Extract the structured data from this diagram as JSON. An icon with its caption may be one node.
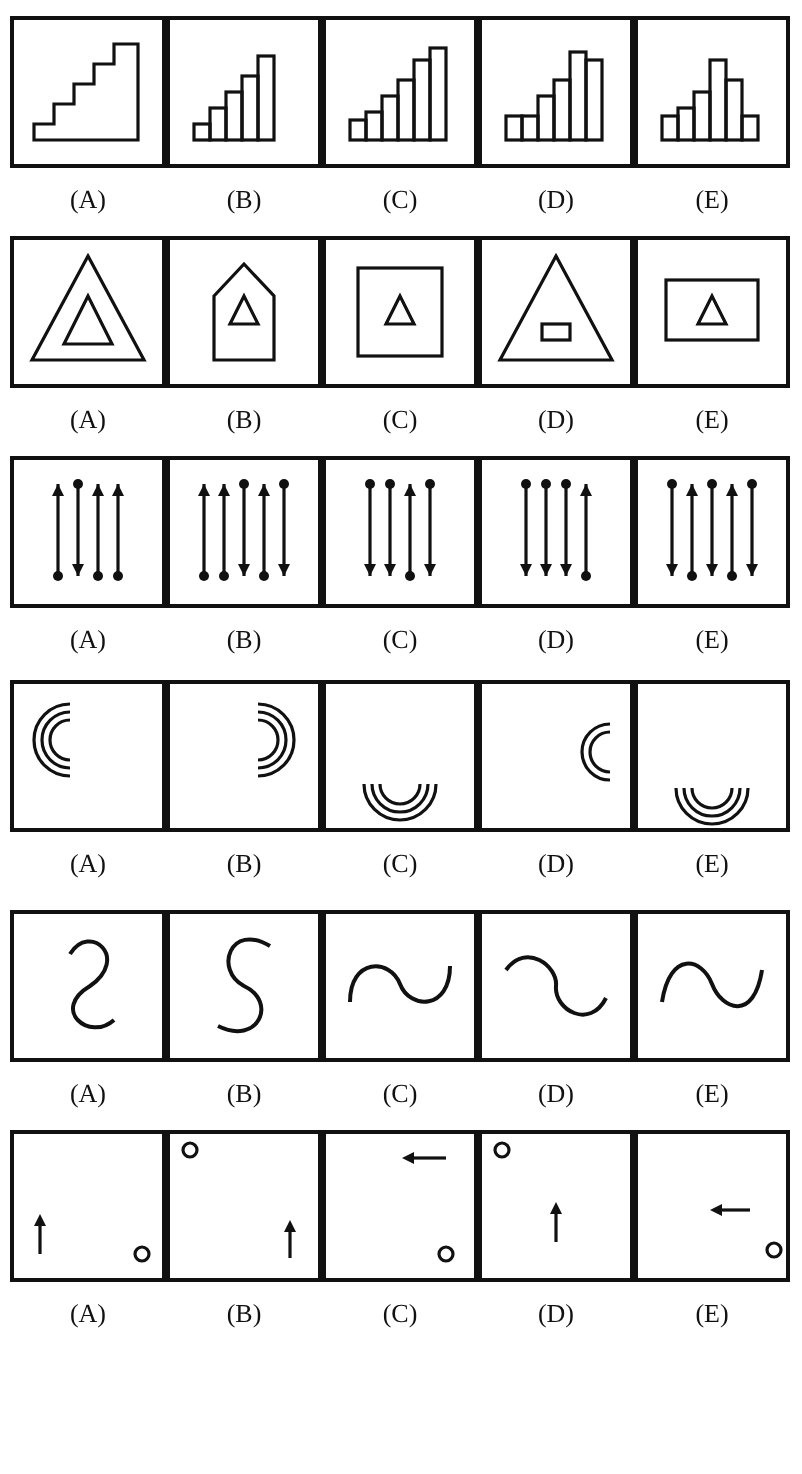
{
  "diagram": {
    "labels": [
      "(A)",
      "(B)",
      "(C)",
      "(D)",
      "(E)",
      "(A)",
      "(B)",
      "(C)",
      "(D)",
      "(E)",
      "(A)",
      "(B)",
      "(C)",
      "(D)",
      "(E)",
      "(A)",
      "(B)",
      "(C)",
      "(D)",
      "(E)",
      "(A)",
      "(B)",
      "(C)",
      "(D)",
      "(E)",
      "(A)",
      "(B)",
      "(C)",
      "(D)",
      "(E)"
    ]
  }
}
